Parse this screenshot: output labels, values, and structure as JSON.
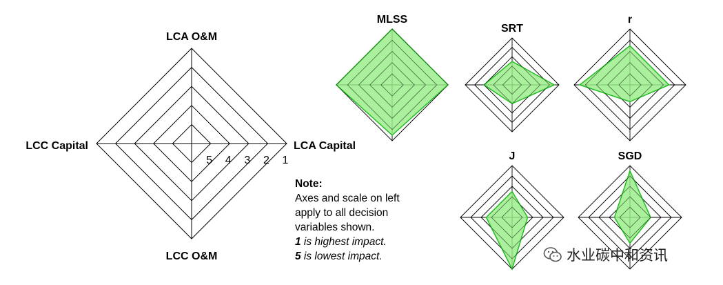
{
  "legend_chart": {
    "axes": [
      "LCA O&M",
      "LCA Capital",
      "LCC O&M",
      "LCC Capital"
    ],
    "scale": [
      1,
      2,
      3,
      4,
      5
    ],
    "scale_labels": [
      "5",
      "4",
      "3",
      "2",
      "1"
    ]
  },
  "note": {
    "title": "Note:",
    "lines": [
      "Axes and scale on left",
      "apply to all decision",
      "variables shown."
    ],
    "highest_num": "1",
    "highest_text": " is highest impact.",
    "lowest_num": "5",
    "lowest_text": " is lowest impact."
  },
  "watermark": {
    "text": "水业碳中和资讯",
    "icon": "wechat-icon"
  },
  "colors": {
    "fill": "#99ee88",
    "stroke": "#22bb22",
    "grid": "#000000"
  },
  "chart_data": {
    "type": "radar",
    "axes": [
      "LCA O&M",
      "LCA Capital",
      "LCC O&M",
      "LCC Capital"
    ],
    "scale": "1 = highest impact (outer), 5 = lowest impact (inner)",
    "range": [
      1,
      5
    ],
    "series": [
      {
        "name": "MLSS",
        "values": {
          "LCA O&M": 1,
          "LCA Capital": 1,
          "LCC O&M": 1.5,
          "LCC Capital": 1
        }
      },
      {
        "name": "SRT",
        "values": {
          "LCA O&M": 3.5,
          "LCA Capital": 1.5,
          "LCC O&M": 4,
          "LCC Capital": 3
        }
      },
      {
        "name": "r",
        "values": {
          "LCA O&M": 2.5,
          "LCA Capital": 2.5,
          "LCC O&M": 4.5,
          "LCC Capital": 1.5
        }
      },
      {
        "name": "J",
        "values": {
          "LCA O&M": 3.5,
          "LCA Capital": 4.5,
          "LCC O&M": 1,
          "LCC Capital": 3.5
        }
      },
      {
        "name": "SGD",
        "values": {
          "LCA O&M": 1.5,
          "LCA Capital": 4,
          "LCC O&M": 3.5,
          "LCC Capital": 4.5
        }
      }
    ]
  }
}
